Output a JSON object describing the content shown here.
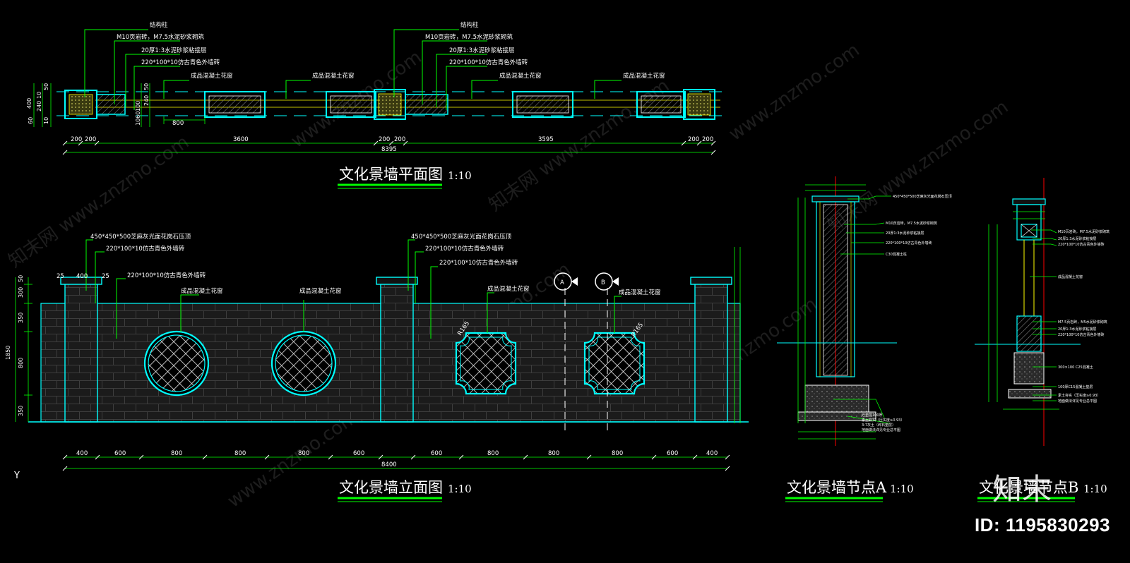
{
  "titles": {
    "plan": "文化景墙平面图",
    "elevation": "文化景墙立面图",
    "nodeA": "文化景墙节点A",
    "nodeB": "文化景墙节点B",
    "scale": "1:10"
  },
  "plan": {
    "ann_col": [
      "结构柱",
      "M10页岩砖，M7.5水泥砂浆砌筑",
      "20厚1:3水泥砂浆粘接层",
      "220*100*10仿古青色外墙砖"
    ],
    "ann_window": "成品混凝土花窗",
    "dim_bottom": [
      "200",
      "200",
      "3600",
      "200",
      "200",
      "3595",
      "200",
      "200"
    ],
    "dim_total": "8395",
    "dim_small": "800",
    "dim_left": [
      "60",
      "240",
      "10",
      "400",
      "50",
      "10",
      "50",
      "240",
      "100",
      "1060"
    ]
  },
  "elevation": {
    "ann_cap": "450*450*500芝麻灰光面花岗石压顶",
    "ann_tile": "220*100*10仿古青色外墙砖",
    "ann_window": "成品混凝土花窗",
    "dim_bottom": [
      "400",
      "600",
      "800",
      "800",
      "800",
      "600",
      "600",
      "800",
      "800",
      "800",
      "600",
      "400"
    ],
    "dim_total": "8400",
    "dim_left": [
      "50",
      "300",
      "350",
      "800",
      "350",
      "1850"
    ],
    "pier_dims": [
      "25",
      "400",
      "25"
    ],
    "radius": "R165",
    "markers": [
      "A",
      "B"
    ]
  },
  "nodeA": {
    "labels": [
      "450*450*500芝麻灰光面花岗石压顶",
      "M10页岩砖，M7.5水泥砂浆砌筑",
      "20厚1:3水泥砂浆粘接层",
      "220*100*10仿古青色外墙砖",
      "C30混凝土柱",
      "砼垫层100厚",
      "素土夯实（压实度≥0.93）",
      "3:7灰土（碎石垫层）",
      "地面做法详见专业总平图"
    ]
  },
  "nodeB": {
    "labels": [
      "M10页岩砖，M7.5水泥砂浆砌筑",
      "20厚1:3水泥砂浆粘接层",
      "220*100*10仿古青色外墙砖",
      "成品混凝土花窗",
      "M7.5页岩砖，M5水泥砂浆砌筑",
      "20厚1:3水泥砂浆粘接层",
      "220*100*10仿古青色外墙砖",
      "300×100 C25混凝土",
      "100厚C15混凝土垫层",
      "素土夯实（压实度≥0.93）",
      "地面做法详见专业总平图"
    ]
  },
  "watermark": {
    "text": "www.znzmo.com",
    "brand": "知末网",
    "logo": "知末",
    "id": "ID: 1195830293"
  },
  "colors": {
    "bg": "#000000",
    "green": "#00ff00",
    "cyan": "#00ffff",
    "white": "#ffffff",
    "grey": "#9a9a9a",
    "red": "#ff0000",
    "yellow": "#ffff00"
  }
}
